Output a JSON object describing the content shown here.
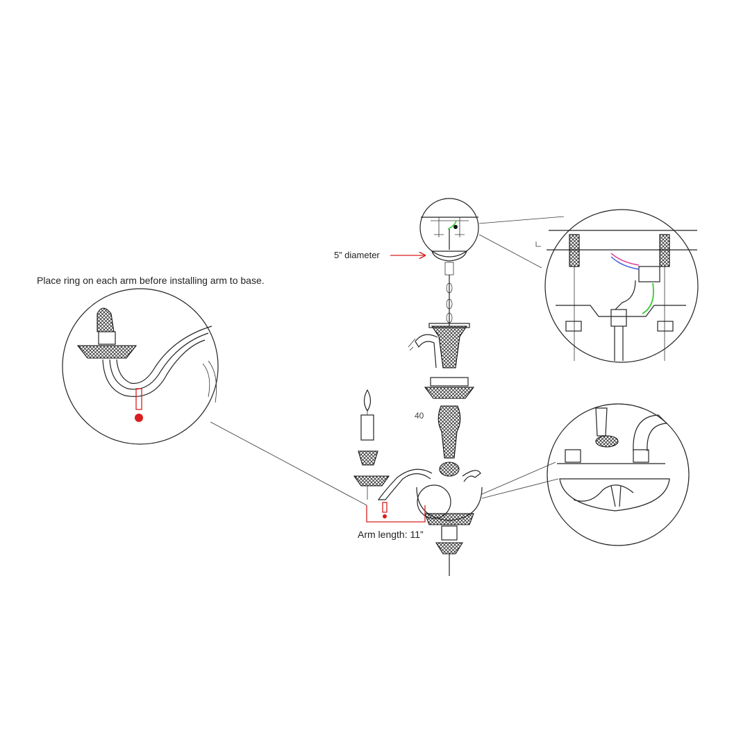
{
  "labels": {
    "instruction": "Place ring on each arm before installing arm to base.",
    "canopy_diameter": "5” diameter",
    "arm_length": "Arm length: 11”",
    "part_number": "40"
  },
  "colors": {
    "line": "#222222",
    "dimension_red": "#d81e1e",
    "ground_wire": "#33cc33",
    "wire_pink": "#e0409a",
    "wire_blue": "#4060e0"
  }
}
